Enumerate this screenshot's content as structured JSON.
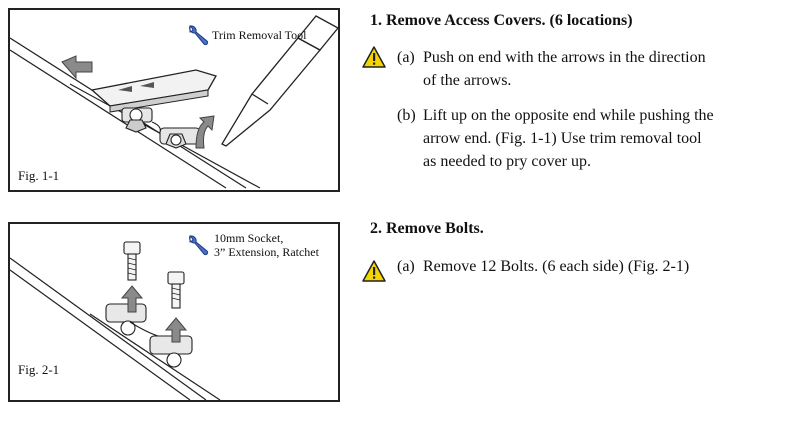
{
  "figures": {
    "fig1": {
      "label": "Fig. 1-1",
      "tool": "Trim Removal Tool"
    },
    "fig2": {
      "label": "Fig. 2-1",
      "tool_line1": "10mm Socket,",
      "tool_line2": "3” Extension, Ratchet"
    }
  },
  "steps": [
    {
      "title": "1.  Remove Access Covers. (6 locations)",
      "items": [
        {
          "tag": "(a)",
          "line1": "Push on end with the arrows in the direction",
          "line2": "of the arrows."
        },
        {
          "tag": "(b)",
          "line1": "Lift up on the opposite end while pushing the",
          "line2": "arrow end. (Fig. 1-1) Use trim removal tool",
          "line3": "as needed to pry cover up."
        }
      ]
    },
    {
      "title": "2.  Remove Bolts.",
      "items": [
        {
          "tag": "(a)",
          "line1": "Remove 12 Bolts. (6 each side) (Fig. 2-1)"
        }
      ]
    }
  ],
  "icons": {
    "warning": "warning-triangle-icon",
    "tool": "wrench-icon"
  }
}
